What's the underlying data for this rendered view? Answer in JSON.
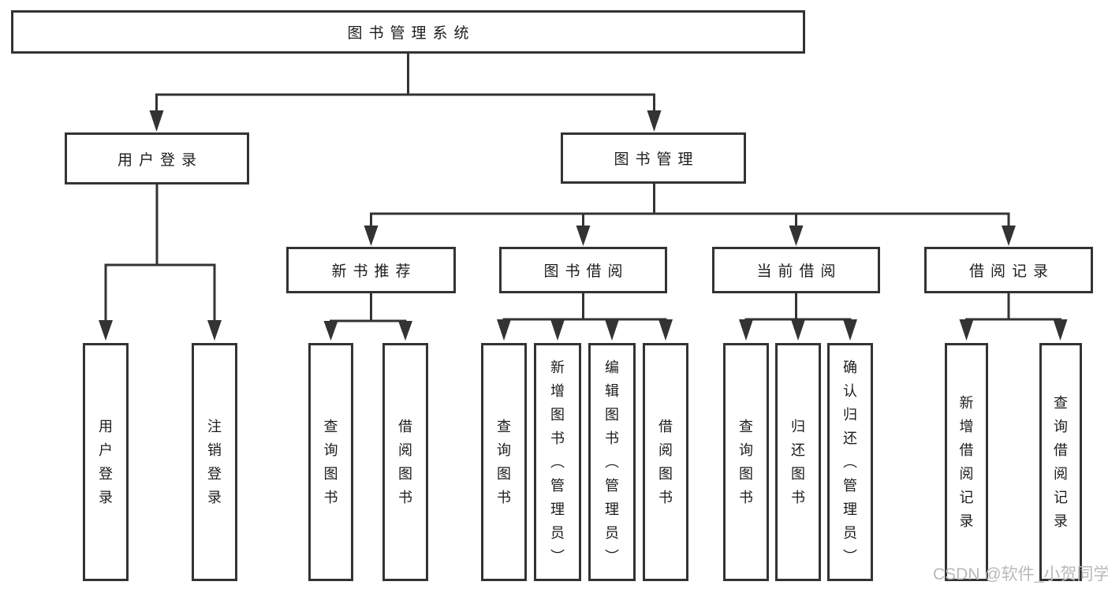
{
  "tree": {
    "root": "图书管理系统",
    "login": {
      "label": "用户登录",
      "children": [
        "用户登录",
        "注销登录"
      ]
    },
    "mgmt": {
      "label": "图书管理",
      "sections": [
        {
          "label": "新书推荐",
          "children": [
            "查询图书",
            "借阅图书"
          ]
        },
        {
          "label": "图书借阅",
          "children": [
            "查询图书",
            "新增图书（管理员）",
            "编辑图书（管理员）",
            "借阅图书"
          ]
        },
        {
          "label": "当前借阅",
          "children": [
            "查询图书",
            "归还图书",
            "确认归还（管理员）"
          ]
        },
        {
          "label": "借阅记录",
          "children": [
            "新增借阅记录",
            "查询借阅记录"
          ]
        }
      ]
    }
  },
  "watermark": "CSDN @软件_小贺同学",
  "colors": {
    "line": "#333333",
    "text": "#1c1c1c",
    "watermark_text": "#b9b9b9",
    "background": "#ffffff"
  }
}
